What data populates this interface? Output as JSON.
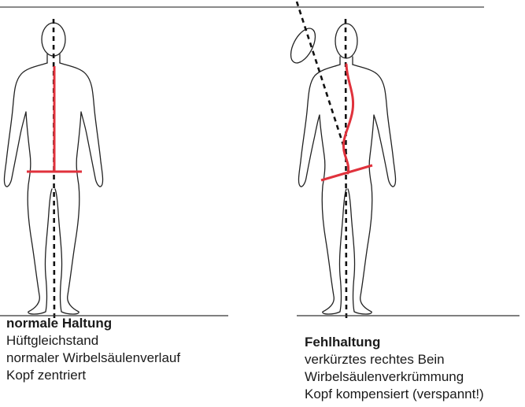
{
  "normal": {
    "title": "normale Haltung",
    "lines": [
      "Hüftgleichstand",
      "normaler Wirbelsäulenverlauf",
      "Kopf zentriert"
    ]
  },
  "fehlhaltung": {
    "title": "Fehlhaltung",
    "lines": [
      "verkürztes rechtes Bein",
      "Wirbelsäulenverkrümmung",
      "Kopf kompensiert (verspannt!)"
    ]
  },
  "colors": {
    "outline": "#222222",
    "marker": "#e0323c",
    "axis": "#111111"
  }
}
